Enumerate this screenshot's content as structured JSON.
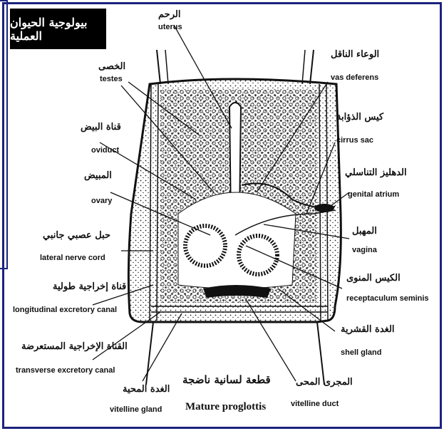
{
  "banner": "بيولوجية الحيوان العملية",
  "labels": {
    "uterus_ar": "الرحم",
    "uterus_en": "uterus",
    "testes_ar": "الخصى",
    "testes_en": "testes",
    "vas_deferens_ar": "الوعاء الناقل",
    "vas_deferens_en": "vas deferens",
    "cirrus_sac_ar": "كيس الذؤابة",
    "cirrus_sac_en": "cirrus sac",
    "oviduct_ar": "قناة البيض",
    "oviduct_en": "oviduct",
    "genital_atrium_ar": "الدهليز التناسلي",
    "genital_atrium_en": "genital atrium",
    "ovary_ar": "المبيض",
    "ovary_en": "ovary",
    "vagina_ar": "المهبل",
    "vagina_en": "vagina",
    "lateral_nerve_ar": "حبل عصبي جانبي",
    "lateral_nerve_en": "lateral nerve cord",
    "receptaculum_ar": "الكيس المنوى",
    "receptaculum_en": "receptaculum seminis",
    "longitudinal_ar": "قناة إخراجية طولية",
    "longitudinal_en": "longitudinal excretory canal",
    "shell_gland_ar": "الغدة القشرية",
    "shell_gland_en": "shell gland",
    "transverse_ar": "القناة الإخراجية المستعرضة",
    "transverse_en": "transverse excretory canal",
    "vitelline_gland_ar": "الغدة المحية",
    "vitelline_gland_en": "vitelline gland",
    "vitelline_duct_ar": "المجرى المحى",
    "vitelline_duct_en": "vitelline duct",
    "title_ar": "قطعة لسانية ناضجة",
    "title_en": "Mature proglottis"
  }
}
